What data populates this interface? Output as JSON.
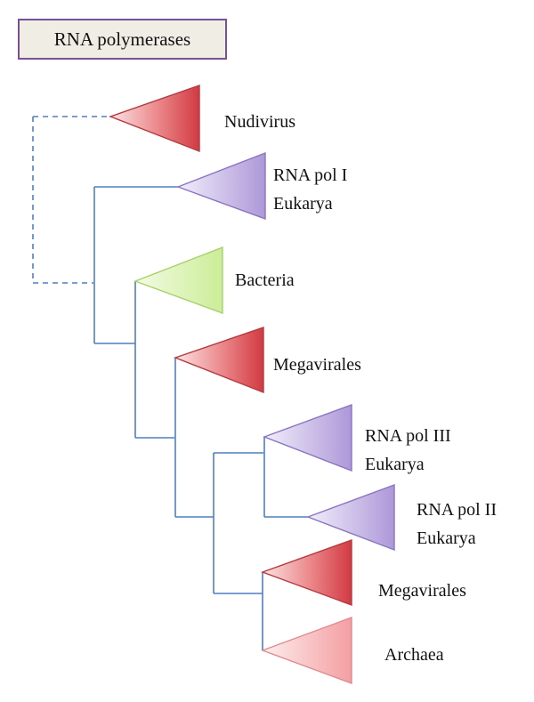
{
  "title": "RNA polymerases",
  "colors": {
    "branch": "#4f7fbf",
    "red": "#d8474f",
    "red_light": "#f4a9ab",
    "purple": "#b6a3dc",
    "green": "#d4f0a4"
  },
  "clades": [
    {
      "id": "nudivirus",
      "lines": [
        "Nudivirus"
      ],
      "color": "red"
    },
    {
      "id": "rna-pol-i",
      "lines": [
        "RNA pol I",
        "Eukarya"
      ],
      "color": "purple"
    },
    {
      "id": "bacteria",
      "lines": [
        "Bacteria"
      ],
      "color": "green"
    },
    {
      "id": "megavirales-1",
      "lines": [
        "Megavirales"
      ],
      "color": "red"
    },
    {
      "id": "rna-pol-iii",
      "lines": [
        "RNA pol III",
        "Eukarya"
      ],
      "color": "purple"
    },
    {
      "id": "rna-pol-ii",
      "lines": [
        "RNA pol II",
        "Eukarya"
      ],
      "color": "purple"
    },
    {
      "id": "megavirales-2",
      "lines": [
        "Megavirales"
      ],
      "color": "red"
    },
    {
      "id": "archaea",
      "lines": [
        "Archaea"
      ],
      "color": "red_light"
    }
  ]
}
